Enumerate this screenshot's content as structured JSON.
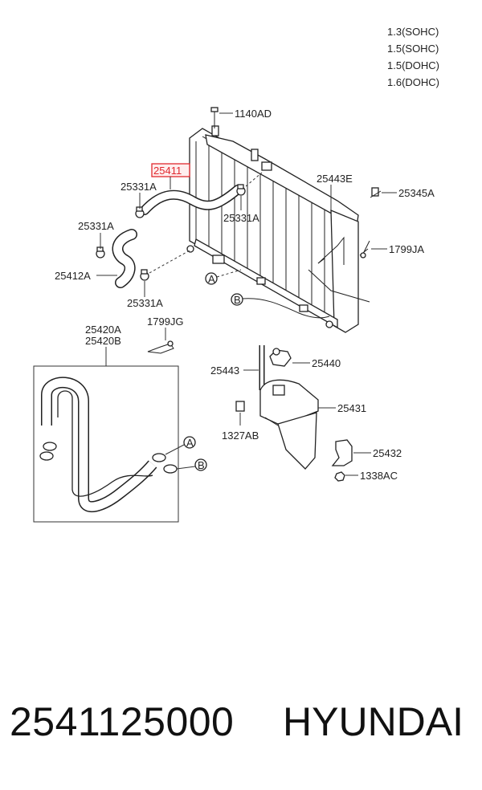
{
  "engine_variants": [
    "1.3(SOHC)",
    "1.5(SOHC)",
    "1.5(DOHC)",
    "1.6(DOHC)"
  ],
  "highlight_color": "#e0282e",
  "callouts": {
    "c1140AD": "1140AD",
    "c25411": "25411",
    "c25331A_top": "25331A",
    "c25331A_mid": "25331A",
    "c25331A_left": "25331A",
    "c25331A_low": "25331A",
    "c25443E": "25443E",
    "c25345A": "25345A",
    "c1799JA": "1799JA",
    "c25412A": "25412A",
    "c25420A": "25420A",
    "c25420B": "25420B",
    "c1799JG": "1799JG",
    "c25443": "25443",
    "c25440": "25440",
    "c25431": "25431",
    "c1327AB": "1327AB",
    "c25432": "25432",
    "c1338AC": "1338AC",
    "marker_a": "A",
    "marker_b": "B",
    "marker_a2": "A",
    "marker_b2": "B"
  },
  "caption": {
    "part_number": "2541125000",
    "brand": "HYUNDAI"
  }
}
